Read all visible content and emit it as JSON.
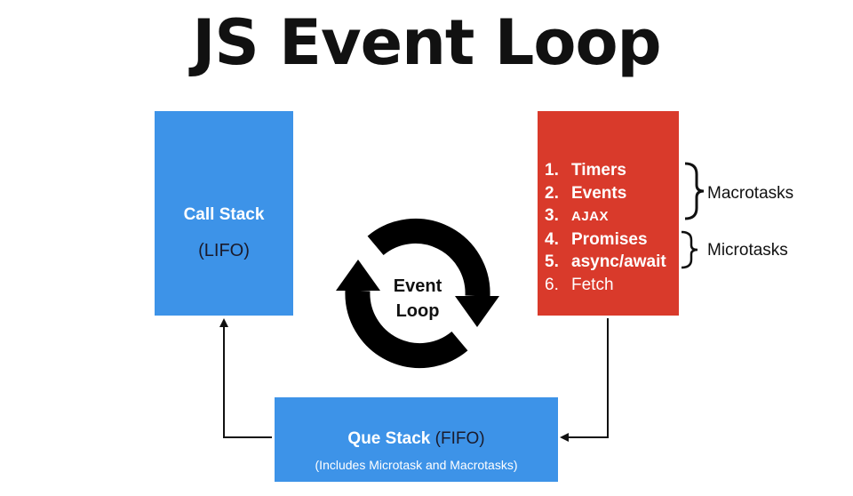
{
  "title": "JS Event Loop",
  "call_stack": {
    "label": "Call Stack",
    "order": "(LIFO)",
    "color": "#3d93e8"
  },
  "event_loop": {
    "line1": "Event",
    "line2": "Loop"
  },
  "task_box": {
    "color": "#d93a2b",
    "items": [
      {
        "num": "1.",
        "label": "Timers"
      },
      {
        "num": "2.",
        "label": "Events"
      },
      {
        "num": "3.",
        "label": "AJAX"
      },
      {
        "num": "4.",
        "label": "Promises"
      },
      {
        "num": "5.",
        "label": "async/await"
      },
      {
        "num": "6.",
        "label": "Fetch"
      }
    ]
  },
  "brackets": {
    "macro": "Macrotasks",
    "micro": "Microtasks"
  },
  "que_stack": {
    "label": "Que Stack",
    "order": "(FIFO)",
    "sub": "(Includes Microtask and Macrotasks)",
    "color": "#3d93e8"
  }
}
